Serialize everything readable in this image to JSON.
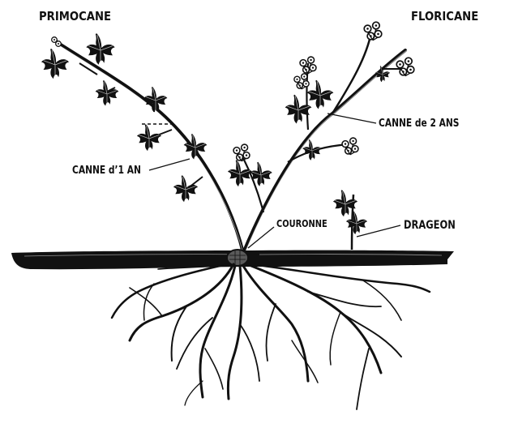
{
  "labels": {
    "primocane": "PRIMOCANE",
    "floricane": "FLORICANE",
    "canne_2_ans": "CANNE de 2 ANS",
    "canne_1_an": "CANNE d’1 AN",
    "couronne": "COURONNE",
    "drageon": "DRAGEON"
  },
  "colors": {
    "ink": "#111111",
    "background": "#ffffff",
    "crown": "#5a5a5a"
  },
  "icons": {
    "leaf": "leaf-icon",
    "flower": "flower-cluster-icon"
  }
}
